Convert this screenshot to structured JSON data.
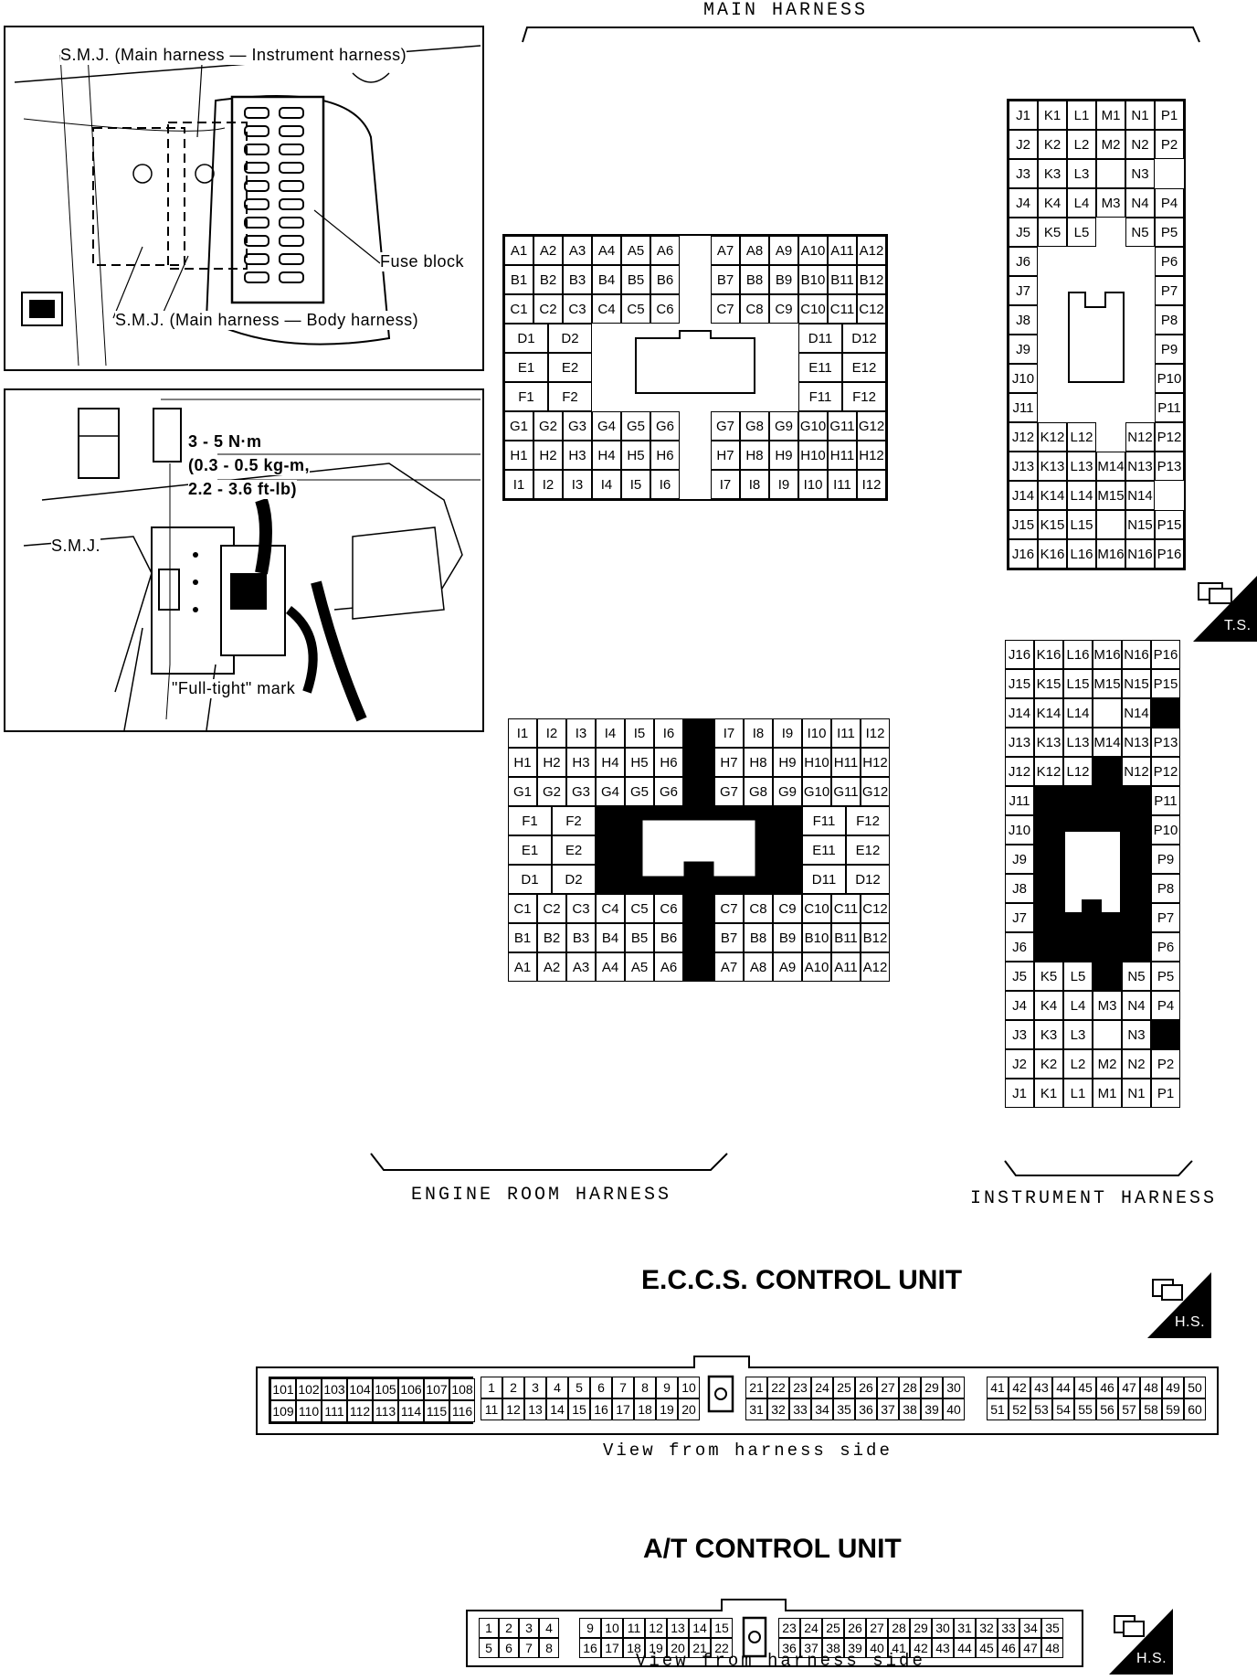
{
  "harness_titles": {
    "main": "MAIN HARNESS",
    "engine": "ENGINE ROOM HARNESS",
    "instrument": "INSTRUMENT HARNESS"
  },
  "top_figure": {
    "smj_main_instrument": "S.M.J. (Main harness — Instrument harness)",
    "fuse_block": "Fuse block",
    "smj_main_body": "S.M.J. (Main harness — Body harness)"
  },
  "bottom_figure": {
    "torque_1": "3 - 5 N·m",
    "torque_2": "(0.3 - 0.5 kg-m,",
    "torque_3": "2.2 - 3.6 ft-lb)",
    "smj": "S.M.J.",
    "full_tight": "\"Full-tight\" mark"
  },
  "badges": {
    "ts": "T.S.",
    "hs": "H.S."
  },
  "eccs": {
    "title": "E.C.C.S. CONTROL UNIT",
    "view": "View from harness side",
    "row1_a": [
      "101",
      "102",
      "103",
      "104",
      "105",
      "106",
      "107",
      "108"
    ],
    "row2_a": [
      "109",
      "110",
      "111",
      "112",
      "113",
      "114",
      "115",
      "116"
    ],
    "row1_b": [
      "1",
      "2",
      "3",
      "4",
      "5",
      "6",
      "7",
      "8",
      "9",
      "10"
    ],
    "row2_b": [
      "11",
      "12",
      "13",
      "14",
      "15",
      "16",
      "17",
      "18",
      "19",
      "20"
    ],
    "row1_c": [
      "21",
      "22",
      "23",
      "24",
      "25",
      "26",
      "27",
      "28",
      "29",
      "30"
    ],
    "row2_c": [
      "31",
      "32",
      "33",
      "34",
      "35",
      "36",
      "37",
      "38",
      "39",
      "40"
    ],
    "row1_d": [
      "41",
      "42",
      "43",
      "44",
      "45",
      "46",
      "47",
      "48",
      "49",
      "50"
    ],
    "row2_d": [
      "51",
      "52",
      "53",
      "54",
      "55",
      "56",
      "57",
      "58",
      "59",
      "60"
    ]
  },
  "at": {
    "title": "A/T CONTROL UNIT",
    "view": "View from harness side",
    "row1_a": [
      "1",
      "2",
      "3",
      "4"
    ],
    "row2_a": [
      "5",
      "6",
      "7",
      "8"
    ],
    "row1_b": [
      "9",
      "10",
      "11",
      "12",
      "13",
      "14",
      "15"
    ],
    "row2_b": [
      "16",
      "17",
      "18",
      "19",
      "20",
      "21",
      "22"
    ],
    "row1_c": [
      "23",
      "24",
      "25",
      "26",
      "27",
      "28",
      "29",
      "30",
      "31",
      "32",
      "33",
      "34",
      "35"
    ],
    "row2_c": [
      "36",
      "37",
      "38",
      "39",
      "40",
      "41",
      "42",
      "43",
      "44",
      "45",
      "46",
      "47",
      "48"
    ]
  }
}
